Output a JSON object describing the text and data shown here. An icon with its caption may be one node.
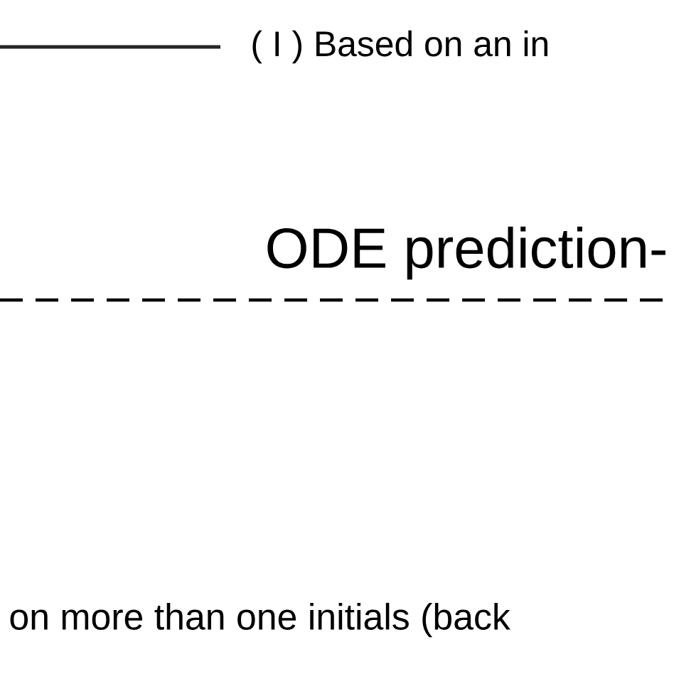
{
  "diagram": {
    "labels": [
      "ODE prediction-",
      "on more than one initials (back"
    ],
    "legend": [
      {
        "text": "( I ) Based on an in"
      }
    ]
  }
}
